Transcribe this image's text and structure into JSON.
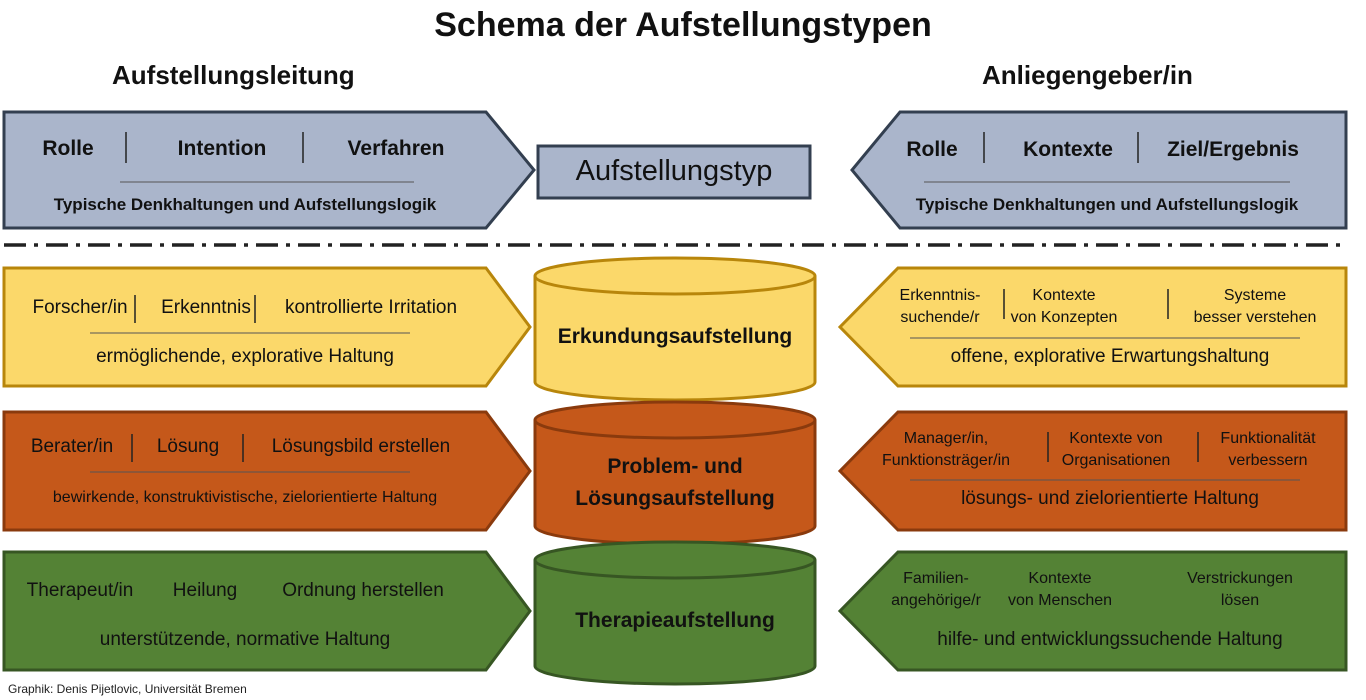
{
  "title": "Schema der Aufstellungstypen",
  "left_heading": "Aufstellungsleitung",
  "right_heading": "Anliegengeber/in",
  "colors": {
    "blue": "#aab5cb",
    "yellow": "#fbd86a",
    "orange": "#c5581a",
    "green": "#548235",
    "border": "#333f50"
  },
  "header_row": {
    "left": {
      "items": [
        "Rolle",
        "Intention",
        "Verfahren"
      ],
      "subtitle": "Typische Denkhaltungen und Aufstellungslogik"
    },
    "center": "Aufstellungstyp",
    "right": {
      "items": [
        "Rolle",
        "Kontexte",
        "Ziel/Ergebnis"
      ],
      "subtitle": "Typische Denkhaltungen und Aufstellungslogik"
    }
  },
  "rows": [
    {
      "center": "Erkundungsaufstellung",
      "left_items": [
        "Forscher/in",
        "Erkenntnis",
        "kontrollierte Irritation"
      ],
      "left_note": "ermöglichende, explorative Haltung",
      "right_items": [
        "Erkenntnis-\nsuchende/r",
        "Kontexte\nvon Konzepten",
        "Systeme\nbesser verstehen"
      ],
      "right_note": "offene, explorative Erwartungshaltung"
    },
    {
      "center": "Problem- und\nLösungsaufstellung",
      "left_items": [
        "Berater/in",
        "Lösung",
        "Lösungsbild erstellen"
      ],
      "left_note": "bewirkende, konstruktivistische, zielorientierte Haltung",
      "right_items": [
        "Manager/in,\nFunktionsträger/in",
        "Kontexte von\nOrganisationen",
        "Funktionalität\nverbessern"
      ],
      "right_note": "lösungs- und zielorientierte Haltung"
    },
    {
      "center": "Therapieaufstellung",
      "left_items": [
        "Therapeut/in",
        "Heilung",
        "Ordnung herstellen"
      ],
      "left_note": "unterstützende, normative Haltung",
      "right_items": [
        "Familien-\nangehörige/r",
        "Kontexte\nvon Menschen",
        "Verstrickungen\nlösen"
      ],
      "right_note": "hilfe- und entwicklungssuchende Haltung"
    }
  ],
  "credit": "Graphik: Denis Pijetlovic, Universität Bremen"
}
